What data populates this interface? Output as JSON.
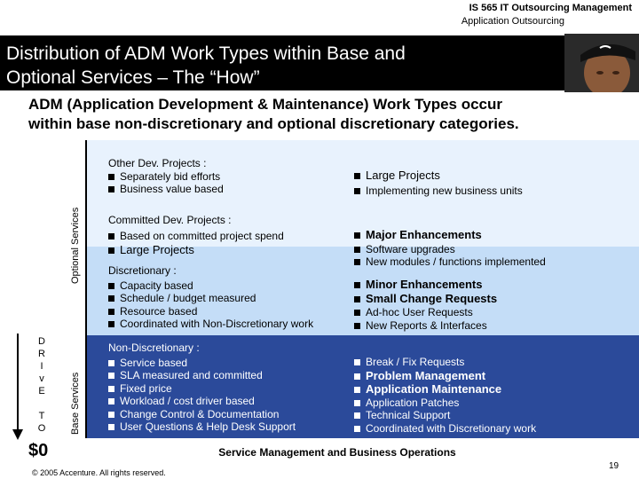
{
  "header": {
    "course": "IS 565 IT Outsourcing Management",
    "course_sub": "Application Outsourcing",
    "title_line1": "Distribution of ADM Work Types within Base and",
    "title_line2": "Optional Services – The “How”"
  },
  "subtitle_line1": "ADM (Application Development & Maintenance) Work Types occur",
  "subtitle_line2": "within base non-discretionary and optional discretionary categories.",
  "side": {
    "optional_label": "Optional Services",
    "base_label": "Base Services",
    "drive_letters": [
      "D",
      "R",
      "I",
      "v",
      "E",
      "",
      "T",
      "O"
    ],
    "zero": "$0"
  },
  "left": {
    "other": {
      "heading": "Other Dev. Projects :",
      "items": [
        "Separately bid efforts",
        "Business value based"
      ]
    },
    "committed": {
      "heading": "Committed Dev. Projects :",
      "items": [
        "Based on committed project spend",
        "Large Projects"
      ]
    },
    "discretionary": {
      "heading": "Discretionary :",
      "items": [
        "Capacity based",
        "Schedule / budget measured",
        "Resource based",
        "Coordinated with Non-Discretionary work"
      ]
    },
    "nondiscretionary": {
      "heading": "Non-Discretionary :",
      "items": [
        "Service based",
        "SLA measured and committed",
        "Fixed price",
        "Workload / cost driver based",
        "Change Control & Documentation",
        "User Questions & Help Desk Support"
      ]
    }
  },
  "right": {
    "large": [
      "Large Projects",
      "Implementing new business units"
    ],
    "major": [
      "Major Enhancements",
      "Software upgrades",
      "New modules / functions implemented"
    ],
    "minor": [
      "Minor Enhancements",
      "Small Change Requests",
      "Ad-hoc User Requests",
      "New Reports & Interfaces"
    ],
    "base": [
      "Break / Fix Requests",
      "Problem Management",
      "Application Maintenance",
      "Application Patches",
      "Technical Support",
      "Coordinated with Discretionary work"
    ]
  },
  "footer": {
    "band_label": "Service Management and Business Operations",
    "copyright": "© 2005 Accenture. All rights reserved.",
    "page": "19"
  }
}
